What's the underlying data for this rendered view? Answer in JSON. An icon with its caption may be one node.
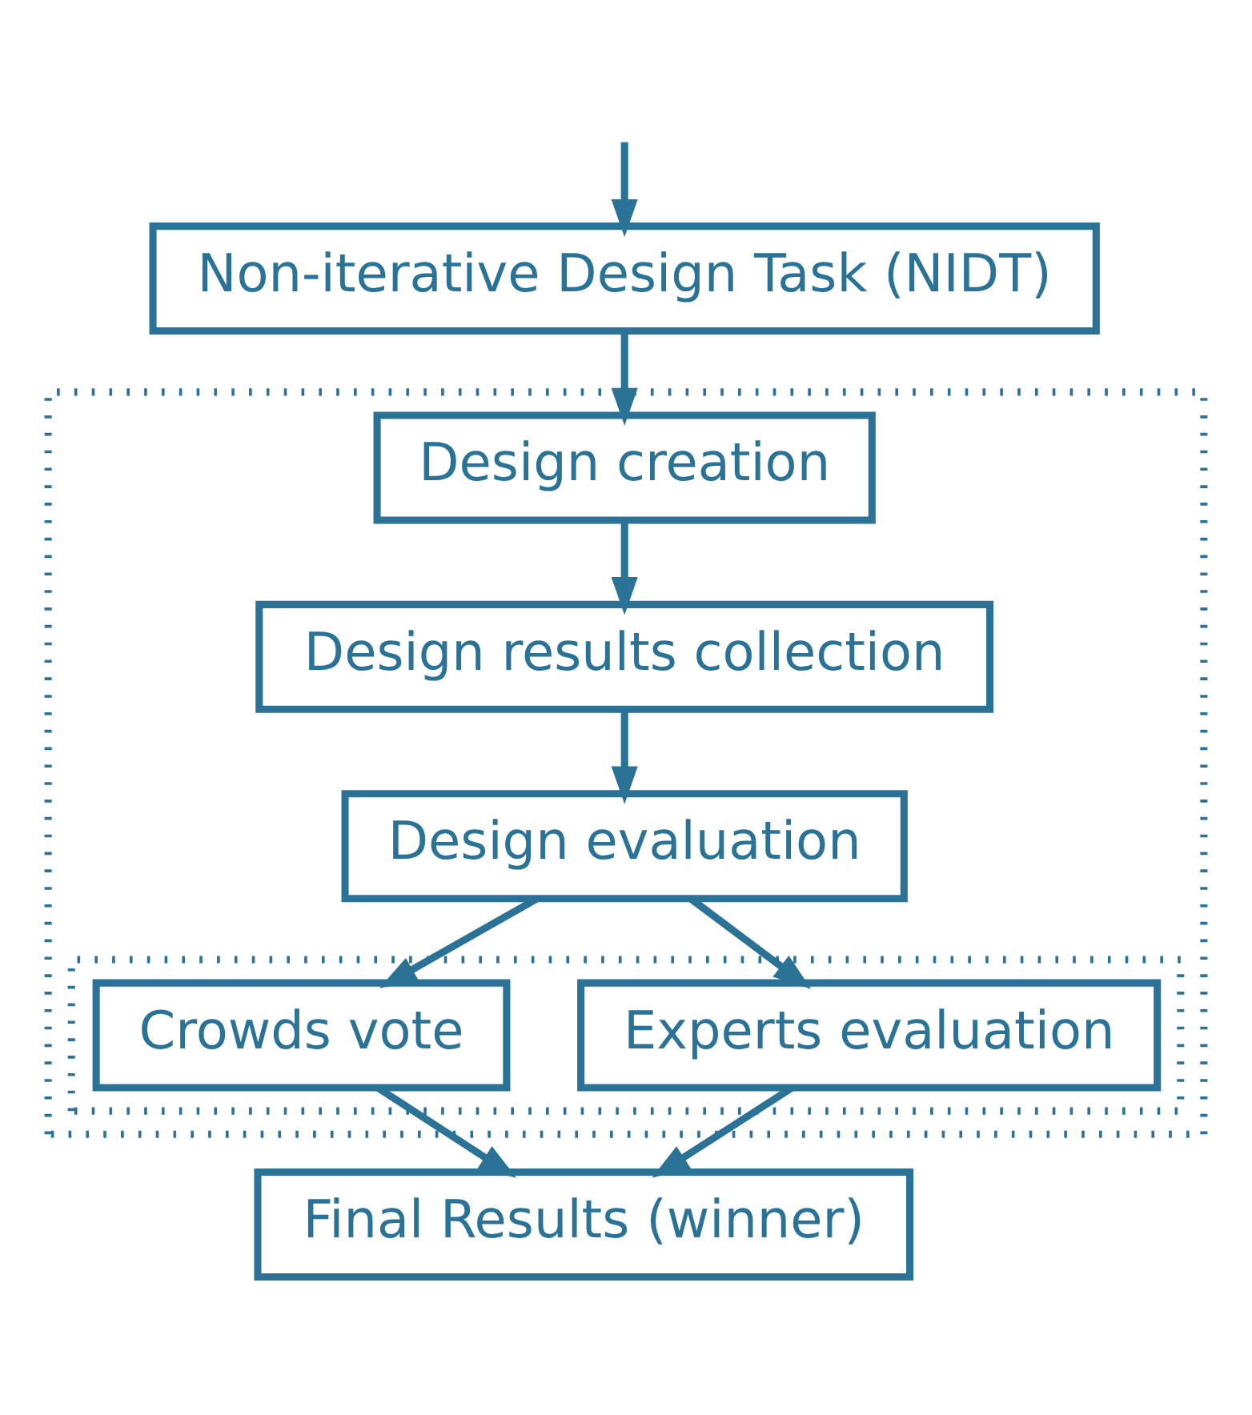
{
  "diagram": {
    "nodes": [
      {
        "text": [
          "Non-iterative Design Task (NIDT)"
        ]
      },
      {
        "text": [],
        "shape": "box"
      },
      {
        "text": [
          "Design creation"
        ],
        "in": 1
      },
      {
        "text": [
          "Design results collection"
        ],
        "in": 1
      },
      {
        "text": [
          "Design evaluation"
        ],
        "in": 1
      },
      {
        "text": [],
        "shape": "box",
        "in": 1
      },
      {
        "text": [
          "Experts evaluation"
        ],
        "in": 5
      },
      {
        "text": [
          "Crowds vote"
        ],
        "in": 5
      },
      {
        "text": [
          "Final Results (winner)"
        ]
      }
    ],
    "edges": [
      {
        "from": null,
        "to": 0,
        "arrow": "to"
      },
      {
        "from": 0,
        "to": 2,
        "arrow": "to"
      },
      {
        "from": 2,
        "to": 3,
        "arrow": "to"
      },
      {
        "from": 3,
        "to": 4,
        "arrow": "to"
      },
      {
        "from": 4,
        "to": 6,
        "arrow": "to"
      },
      {
        "from": 4,
        "to": 7,
        "arrow": "to"
      },
      {
        "from": 6,
        "to": 8,
        "arrow": "to"
      },
      {
        "from": 7,
        "to": 8,
        "arrow": "to"
      }
    ]
  }
}
